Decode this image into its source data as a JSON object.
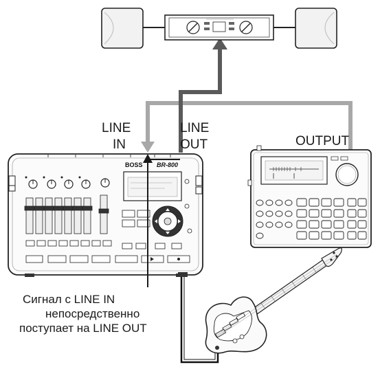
{
  "labels": {
    "line_in": [
      "LINE",
      "IN"
    ],
    "line_out": [
      "LINE",
      "OUT"
    ],
    "output": "OUTPUT",
    "caption": [
      "Сигнал с LINE IN",
      "непосредственно",
      "поступает на LINE OUT"
    ]
  },
  "device": {
    "brand": "BOSS",
    "model": "BR-800"
  },
  "colors": {
    "signal_dark": "#5a5a5a",
    "signal_light": "#a8a8a8",
    "cable": "#111111"
  }
}
